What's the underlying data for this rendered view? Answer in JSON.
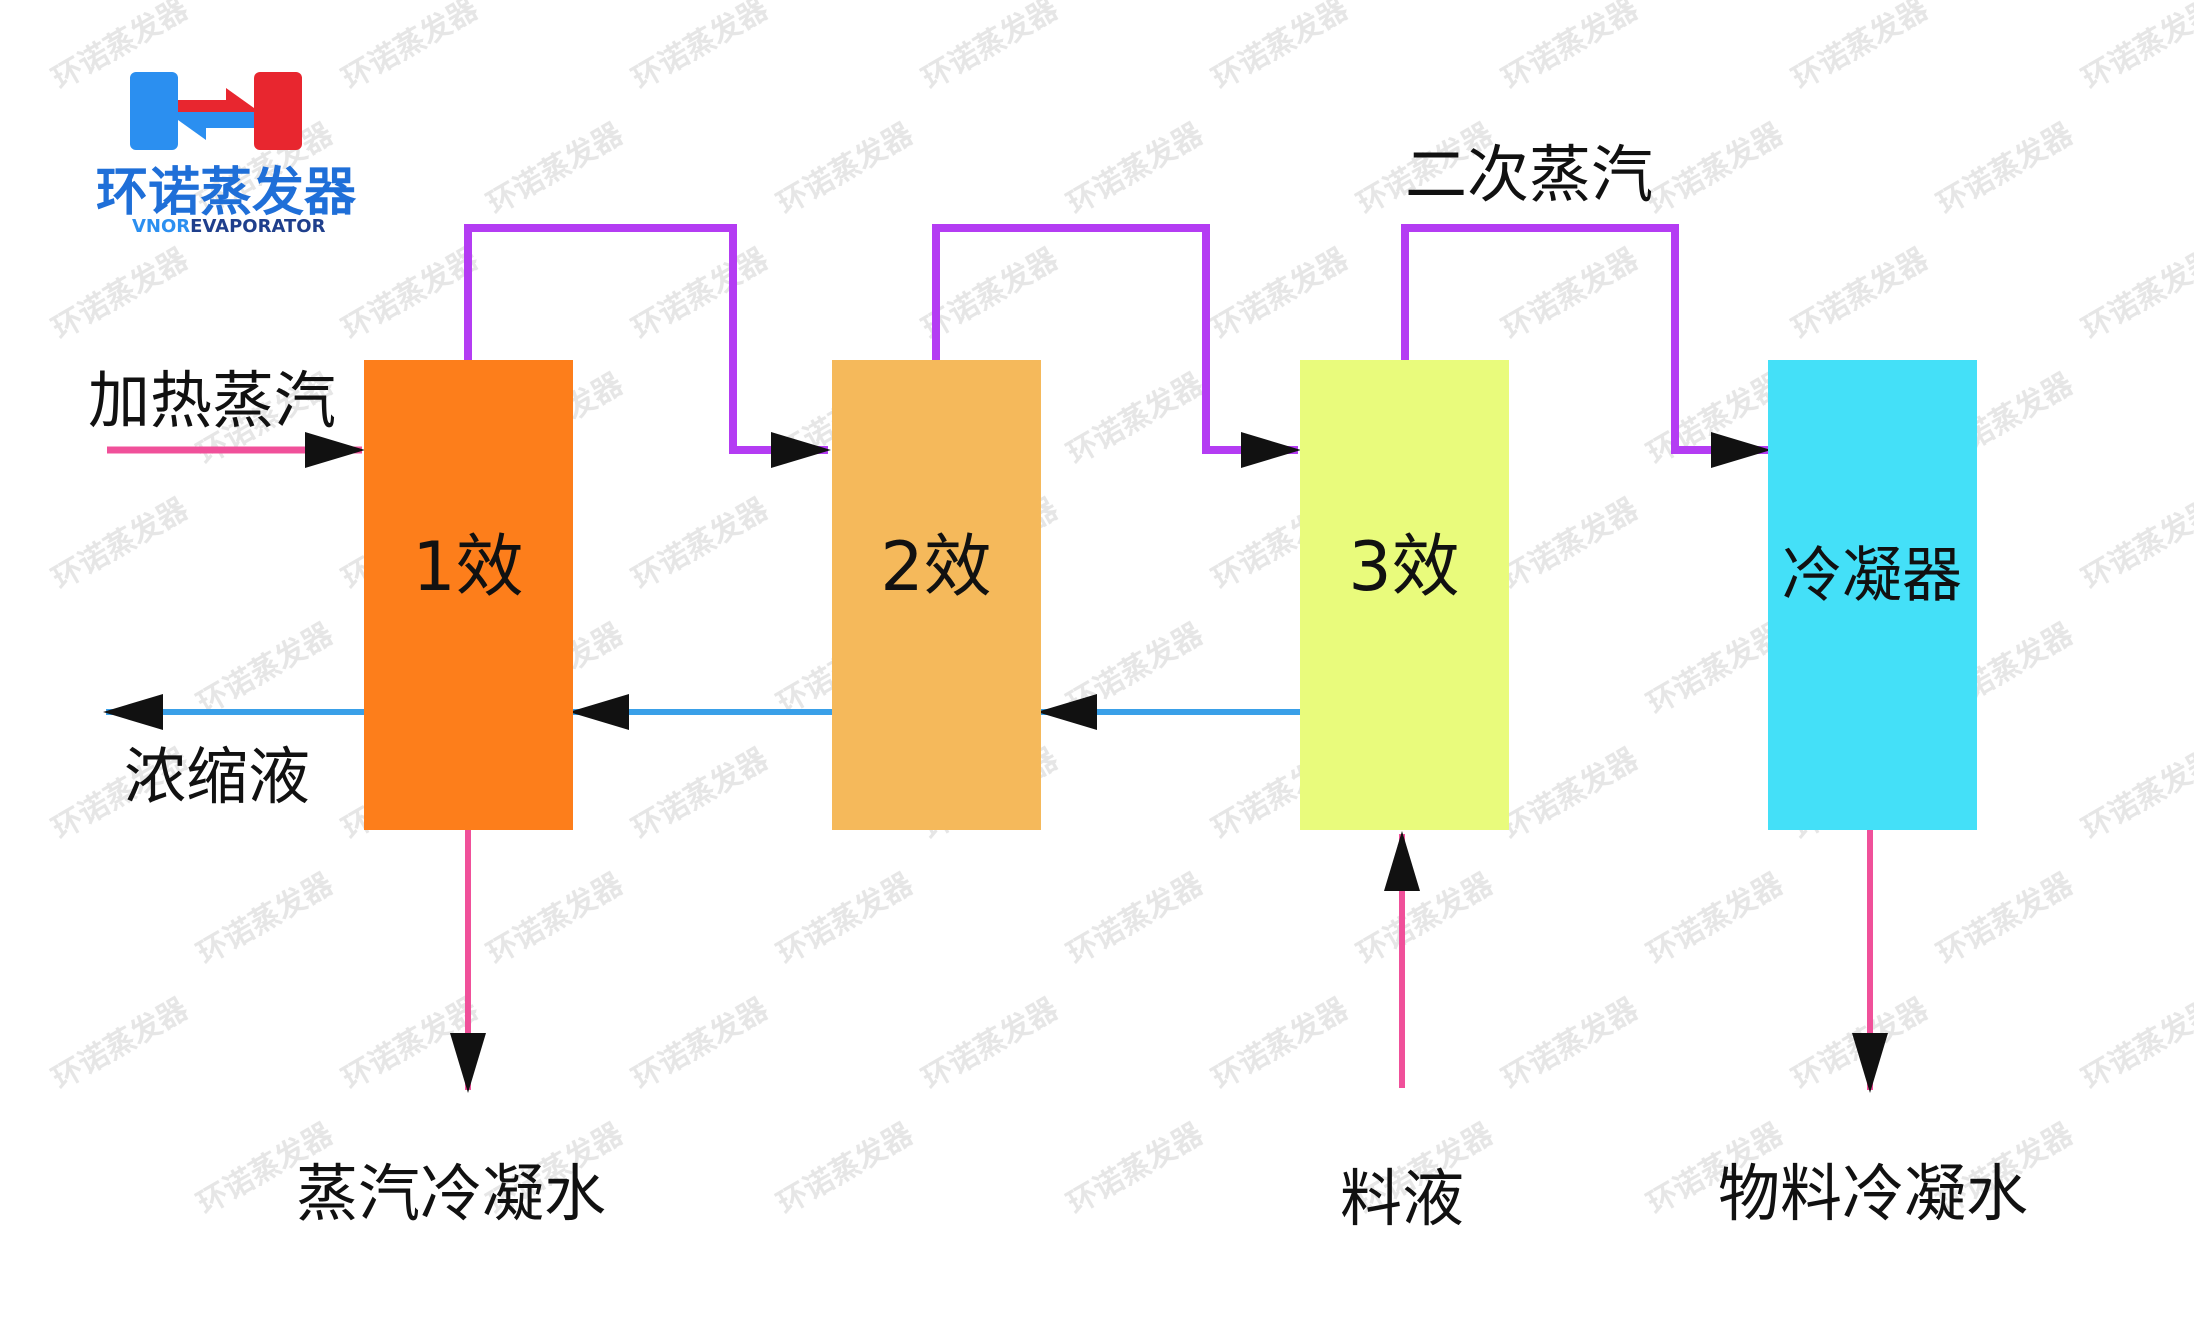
{
  "logo": {
    "name_cn": "环诺蒸发器",
    "name_en_1": "VNOR",
    "name_en_2": "EVAPORATOR",
    "color_blue": "#2b8ff0",
    "color_red": "#e8262f"
  },
  "watermark": {
    "text": "环诺蒸发器"
  },
  "effects": [
    {
      "label": "1效",
      "color": "#fd7e1b"
    },
    {
      "label": "2效",
      "color": "#f5b95b"
    },
    {
      "label": "3效",
      "color": "#e9fb7c"
    },
    {
      "label": "冷凝器",
      "color": "#44e0f8"
    }
  ],
  "streams": {
    "heating_steam": "加热蒸汽",
    "secondary_steam": "二次蒸汽",
    "concentrate": "浓缩液",
    "steam_condensate": "蒸汽冷凝水",
    "feed": "料液",
    "material_condensate": "物料冷凝水"
  },
  "colors": {
    "steam_line": "#b43cf3",
    "pink_line": "#f0509a",
    "blue_line": "#3aa0e8",
    "arrow": "#111111"
  }
}
